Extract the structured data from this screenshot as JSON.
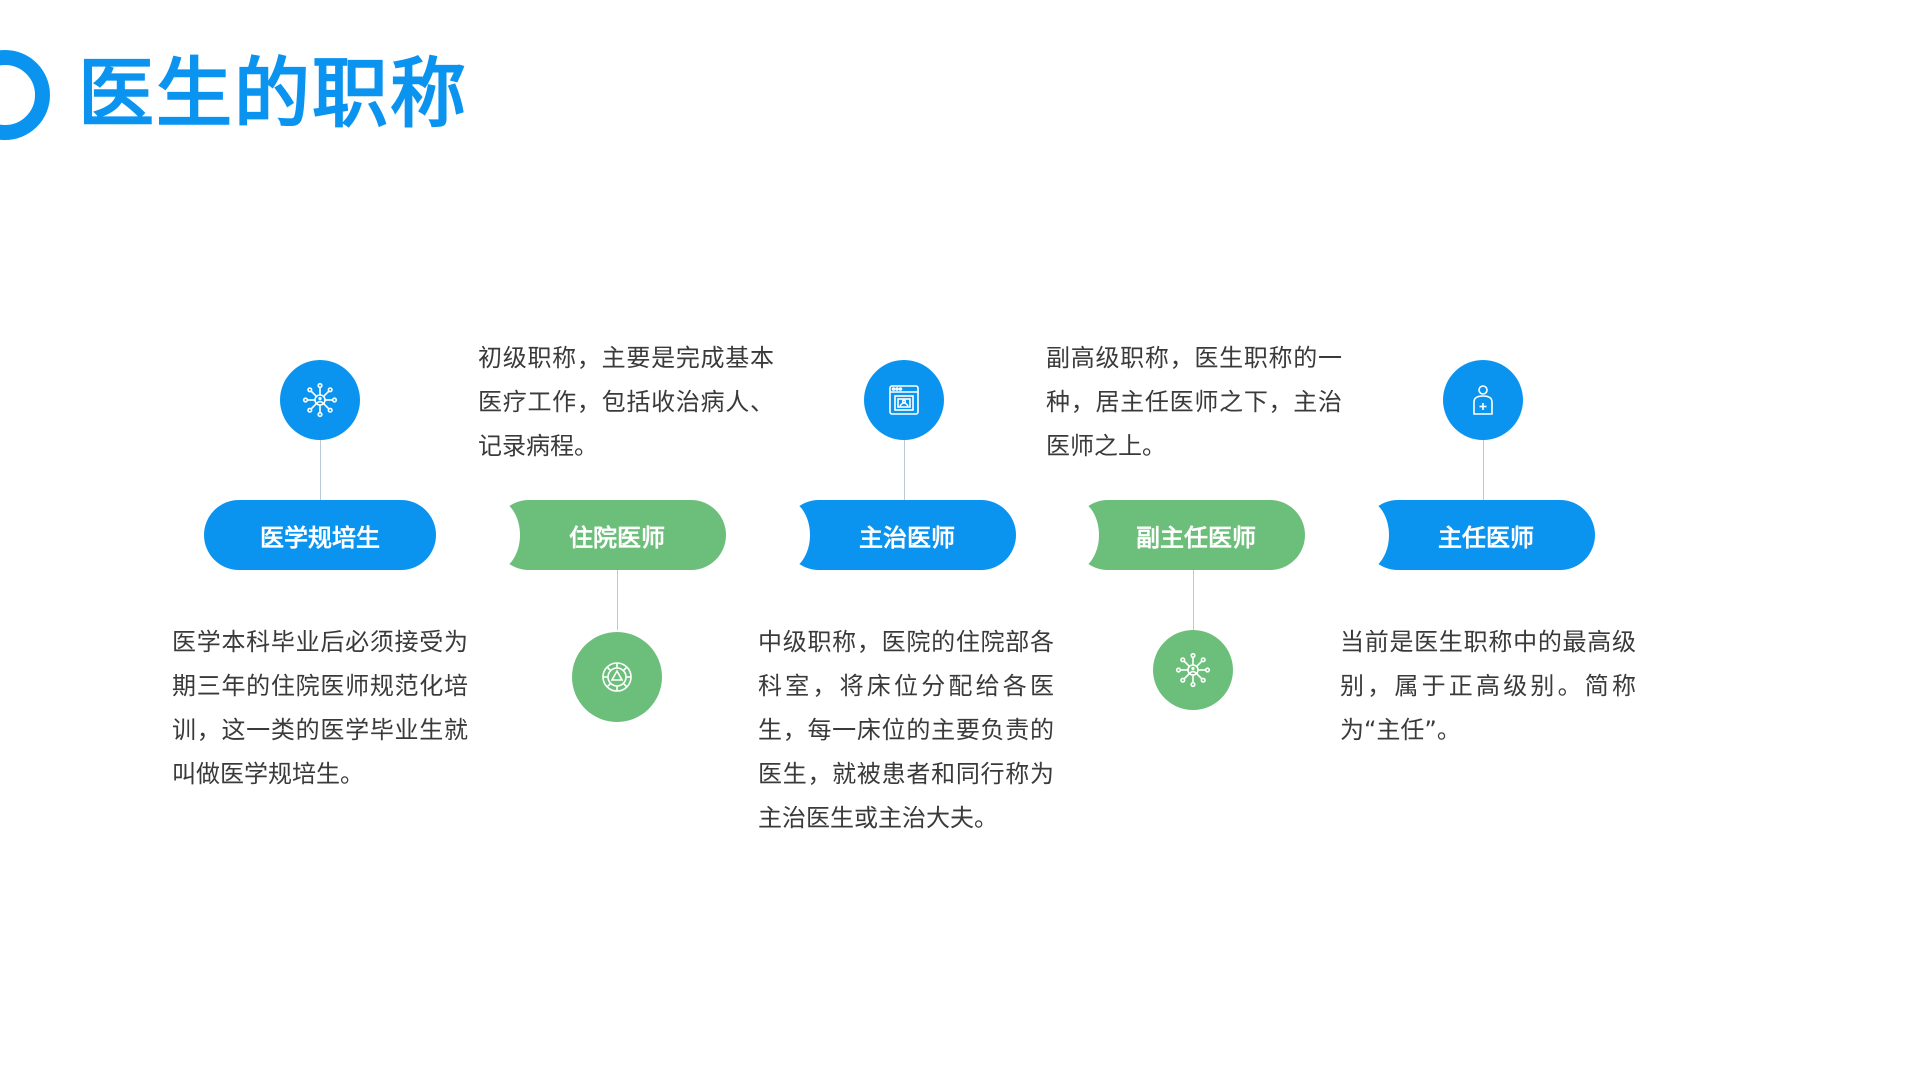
{
  "title": "医生的职称",
  "colors": {
    "blue": "#0a94f0",
    "green": "#6cbf7a",
    "text": "#3a3a3a"
  },
  "steps": [
    {
      "label": "医学规培生",
      "color": "blue",
      "icon": "network-person-icon",
      "description": "医学本科毕业后必须接受为期三年的住院医师规范化培训，这一类的医学毕业生就叫做医学规培生。"
    },
    {
      "label": "住院医师",
      "color": "green",
      "icon": "circular-mandala-icon",
      "description": "初级职称，主要是完成基本医疗工作，包括收治病人、记录病程。"
    },
    {
      "label": "主治医师",
      "color": "blue",
      "icon": "medical-record-window-icon",
      "description": "中级职称，医院的住院部各科室，将床位分配给各医生，每一床位的主要负责的医生，就被患者和同行称为主治医生或主治大夫。"
    },
    {
      "label": "副主任医师",
      "color": "green",
      "icon": "network-person-icon",
      "description": "副高级职称，医生职称的一种，居主任医师之下，主治医师之上。"
    },
    {
      "label": "主任医师",
      "color": "blue",
      "icon": "doctor-cross-icon",
      "description": "当前是医生职称中的最高级别，属于正高级别。简称为“主任”。"
    }
  ]
}
